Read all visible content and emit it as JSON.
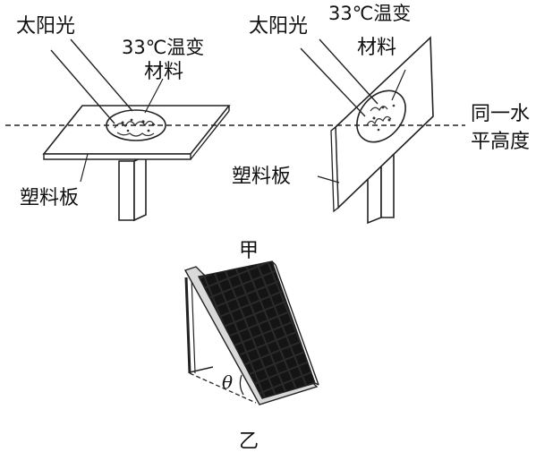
{
  "figure_a": {
    "left_setup": {
      "sunlight_label": "太阳光",
      "material_label_line1": "33℃温变",
      "material_label_line2": "材料",
      "board_label": "塑料板"
    },
    "right_setup": {
      "sunlight_label": "太阳光",
      "material_label_line1": "33℃温变",
      "material_label_line2": "材料",
      "board_label": "塑料板"
    },
    "level_label_line1": "同一水",
    "level_label_line2": "平高度",
    "caption": "甲"
  },
  "figure_b": {
    "angle_label": "θ",
    "caption": "乙"
  }
}
